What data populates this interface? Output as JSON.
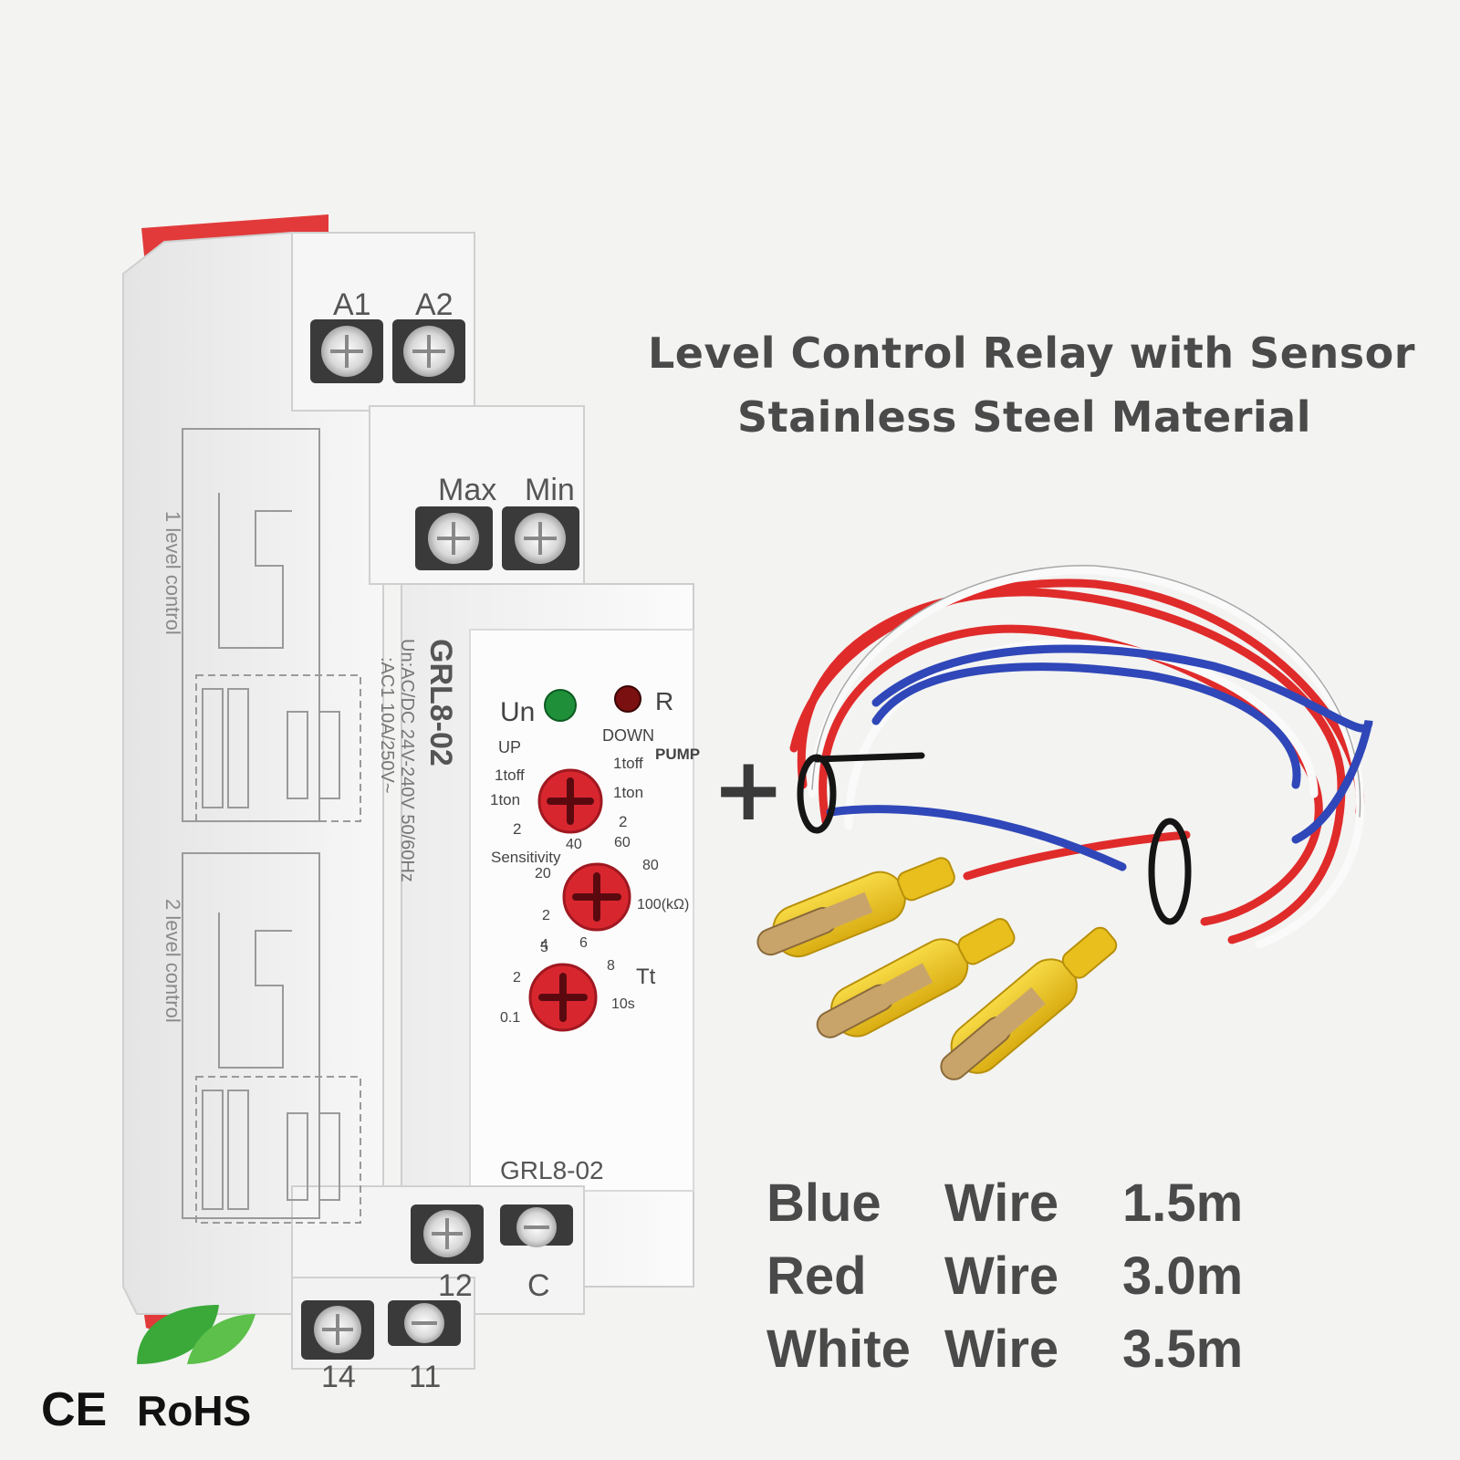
{
  "caption": {
    "line1": "Level Control Relay with Sensor",
    "line2": "Stainless Steel Material"
  },
  "plus_sign": "+",
  "relay": {
    "model_side": "GRL8-02",
    "model_front": "GRL8-02",
    "rating_line1": "Un:AC/DC 24V-240V 50/60Hz",
    "rating_line2": ":AC1 10A/250V~",
    "side_label_1": "1 level control",
    "side_label_2": "2 level control",
    "terminals_top": [
      "A1",
      "A2"
    ],
    "terminals_mid": [
      "Max",
      "Min"
    ],
    "terminals_bottom_front": [
      "12",
      "C"
    ],
    "terminals_bottom_back": [
      "14",
      "11"
    ],
    "led_un_label": "Un",
    "led_r_label": "R",
    "mode_labels": {
      "up": "UP",
      "down": "DOWN",
      "pump": "PUMP",
      "left": [
        "1toff",
        "1ton",
        "2"
      ],
      "right": [
        "1toff",
        "1ton",
        "2"
      ]
    },
    "sensitivity": {
      "label": "Sensitivity",
      "scale": [
        "2",
        "5",
        "20",
        "40",
        "60",
        "80",
        "100(kΩ)"
      ]
    },
    "time": {
      "label": "Tt",
      "scale": [
        "0.1",
        "2",
        "4",
        "6",
        "8",
        "10s"
      ]
    },
    "colors": {
      "housing": "#f2f2f2",
      "tab": "#e23a3a",
      "knob": "#d8262f",
      "led_green": "#1f8f3a",
      "led_red": "#7a1010"
    }
  },
  "wires": {
    "rows": [
      {
        "color": "Blue",
        "word": "Wire",
        "length": "1.5m"
      },
      {
        "color": "Red",
        "word": "Wire",
        "length": "3.0m"
      },
      {
        "color": "White",
        "word": "Wire",
        "length": "3.5m"
      }
    ],
    "colors": {
      "blue": "#2f47b8",
      "red": "#e02b2b",
      "white": "#fafafa",
      "probe": "#f2cc1f"
    }
  },
  "certs": {
    "ce": "CE",
    "rohs": "RoHS"
  }
}
